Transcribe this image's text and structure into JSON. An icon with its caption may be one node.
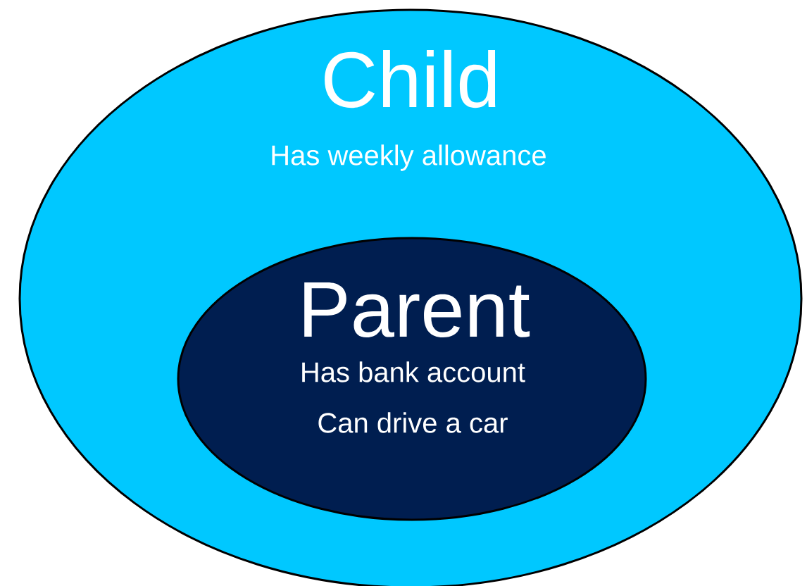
{
  "diagram": {
    "nodes": [
      {
        "text": [
          "Child",
          "Has weekly allowance"
        ]
      },
      {
        "text": [
          "Parent",
          "Has bank account",
          "Can drive a car"
        ],
        "in": 0
      }
    ]
  }
}
